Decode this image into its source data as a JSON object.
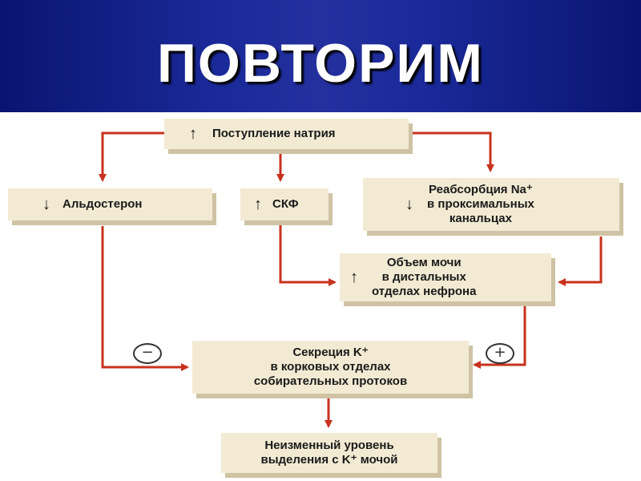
{
  "title": "ПОВТОРИМ",
  "nodes": {
    "sodium_intake": {
      "symbol": "↑",
      "text": "Поступление натрия"
    },
    "aldosterone": {
      "symbol": "↓",
      "text": "Альдостерон"
    },
    "gfr": {
      "symbol": "↑",
      "text": "СКФ"
    },
    "reabsorption": {
      "symbol": "↓",
      "text": "Реабсорбция Na⁺\nв проксимальных\nканальцах"
    },
    "urine_volume": {
      "symbol": "↑",
      "text": "Объем мочи\nв дистальных\nотделах нефрона"
    },
    "k_secretion": {
      "text": "Секреция K⁺\nв корковых отделах\nсобирательных протоков"
    },
    "k_excretion": {
      "text": "Неизменный уровень\nвыделения с K⁺ мочой"
    }
  },
  "signs": {
    "negative": "−",
    "positive": "+"
  },
  "colors": {
    "arrow": "#c8321e",
    "box_fill": "#f2ead3",
    "header_bg": "#1a2a9a"
  }
}
